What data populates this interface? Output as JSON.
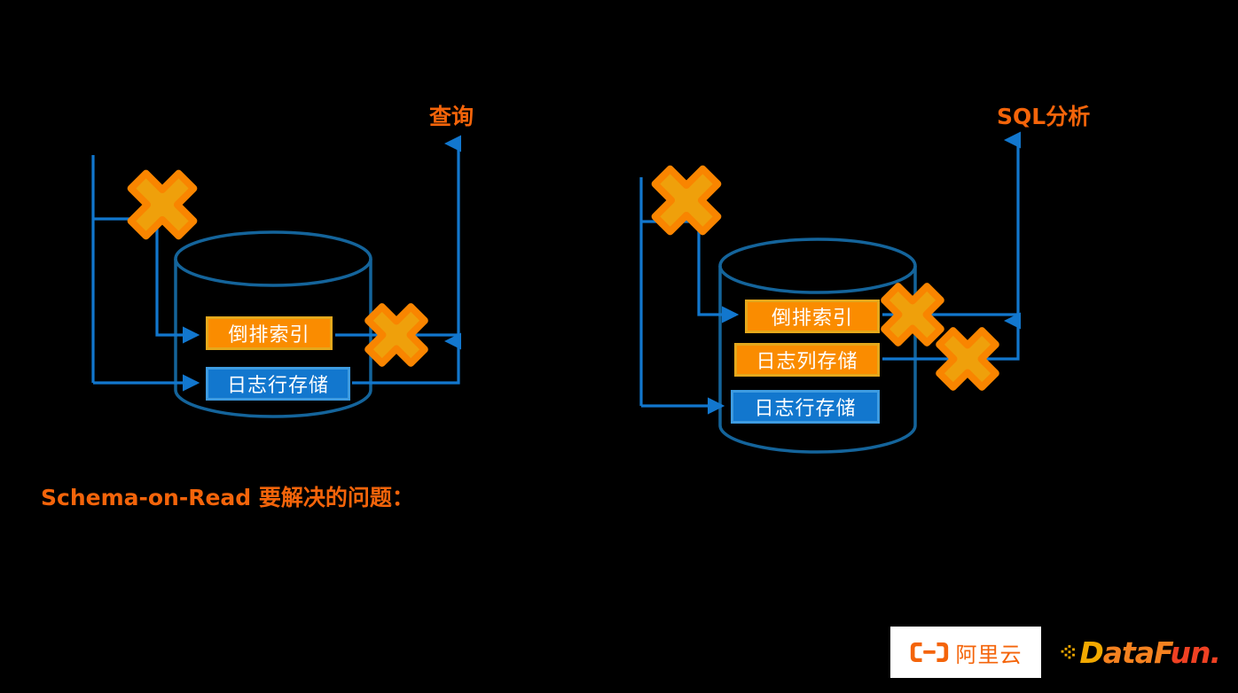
{
  "slide": {
    "background_color": "#000000",
    "caption": "Schema-on-Read 要解决的问题：",
    "caption_color": "#F4640A"
  },
  "colors": {
    "line_blue": "#1277CE",
    "cylinder_blue": "#14649B",
    "orange_accent": "#F4640A",
    "box_orange_fill": "#FA8C00",
    "box_orange_border": "#E5A81C",
    "box_blue_fill": "#1277CE",
    "box_blue_border": "#3E9BE0",
    "cross_fill": "#EFA00B",
    "cross_border": "#F98500",
    "text_white": "#FFFFFF"
  },
  "diagrams": [
    {
      "id": "left-diagram",
      "output_label": "查询",
      "cylinder_label": "storage-cylinder",
      "boxes": [
        {
          "id": "inverted-index",
          "label": "倒排索引",
          "style": "orange"
        },
        {
          "id": "log-row-store",
          "label": "日志行存储",
          "style": "blue"
        }
      ],
      "cross_marks": 2
    },
    {
      "id": "right-diagram",
      "output_label": "SQL分析",
      "cylinder_label": "storage-cylinder",
      "boxes": [
        {
          "id": "inverted-index",
          "label": "倒排索引",
          "style": "orange"
        },
        {
          "id": "log-column-store",
          "label": "日志列存储",
          "style": "orange"
        },
        {
          "id": "log-row-store",
          "label": "日志行存储",
          "style": "blue"
        }
      ],
      "cross_marks": 3
    }
  ],
  "logos": {
    "aliyun": {
      "name": "阿里云",
      "mark": "aliyun-bracket-mark",
      "color": "#F4640A",
      "background": "#FFFFFF"
    },
    "datafun": {
      "part_d": "D",
      "part_ata": "ata",
      "part_f": "F",
      "part_un": "un",
      "part_dot": ".",
      "mark": "datafun-pixel-dots"
    }
  }
}
